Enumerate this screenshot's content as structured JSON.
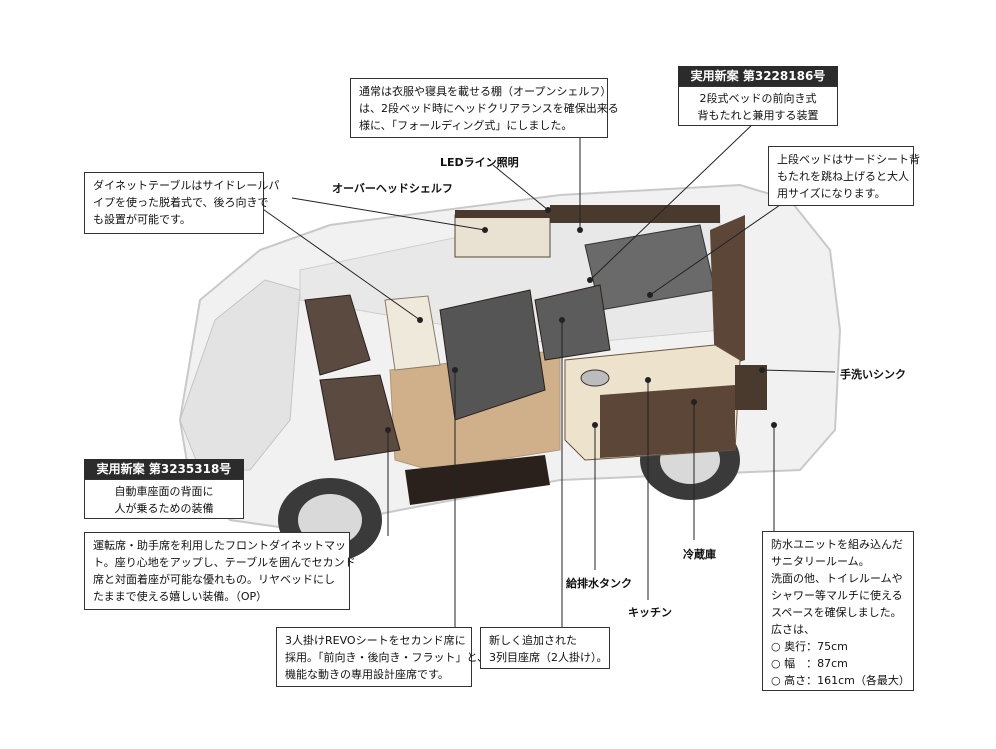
{
  "callouts": {
    "shelf_note": [
      "通常は衣服や寝具を載せる棚（オープンシェルフ）",
      "は、2段ベッド時にヘッドクリアランスを確保出来る",
      "様に、「フォールディング式」にしました。"
    ],
    "patent_bed": {
      "head": "実用新案 第3228186号",
      "body": [
        "2段式ベッドの前向き式",
        "背もたれと兼用する装置"
      ]
    },
    "upper_bed": [
      "上段ベッドはサードシート背",
      "もたれを跳ね上げると大人",
      "用サイズになります。"
    ],
    "dinette_table": [
      "ダイネットテーブルはサイドレールパ",
      "イプを使った脱着式で、後ろ向きで",
      "も設置が可能です。"
    ],
    "patent_seat": {
      "head": "実用新案 第3235318号",
      "body": [
        "自動車座面の背面に",
        "人が乗るための装備"
      ]
    },
    "front_dinette": [
      "運転席・助手席を利用したフロントダイネットマッ",
      "ト。座り心地をアップし、テーブルを囲んでセカンド",
      "席と対面着座が可能な優れもの。リヤベッドにし",
      "たままで使える嬉しい装備。（OP）"
    ],
    "revo_seat": [
      "3人掛けREVOシートをセカンド席に",
      "採用。「前向き・後向き・フラット」と、多",
      "機能な動きの専用設計座席です。"
    ],
    "third_row": [
      "新しく追加された",
      "3列目座席（2人掛け）。"
    ],
    "sanitary": [
      "防水ユニットを組み込んだ",
      "サニタリールーム。",
      "洗面の他、トイレルームや",
      "シャワー等マルチに使える",
      "スペースを確保しました。",
      "広さは、",
      "○ 奥行：75cm",
      "○ 幅　：87cm",
      "○ 高さ：161cm（各最大）"
    ]
  },
  "labels": {
    "led": "LEDライン照明",
    "overhead": "オーバーヘッドシェルフ",
    "sink": "手洗いシンク",
    "fridge": "冷蔵庫",
    "water_tank": "給排水タンク",
    "kitchen": "キッチン"
  }
}
